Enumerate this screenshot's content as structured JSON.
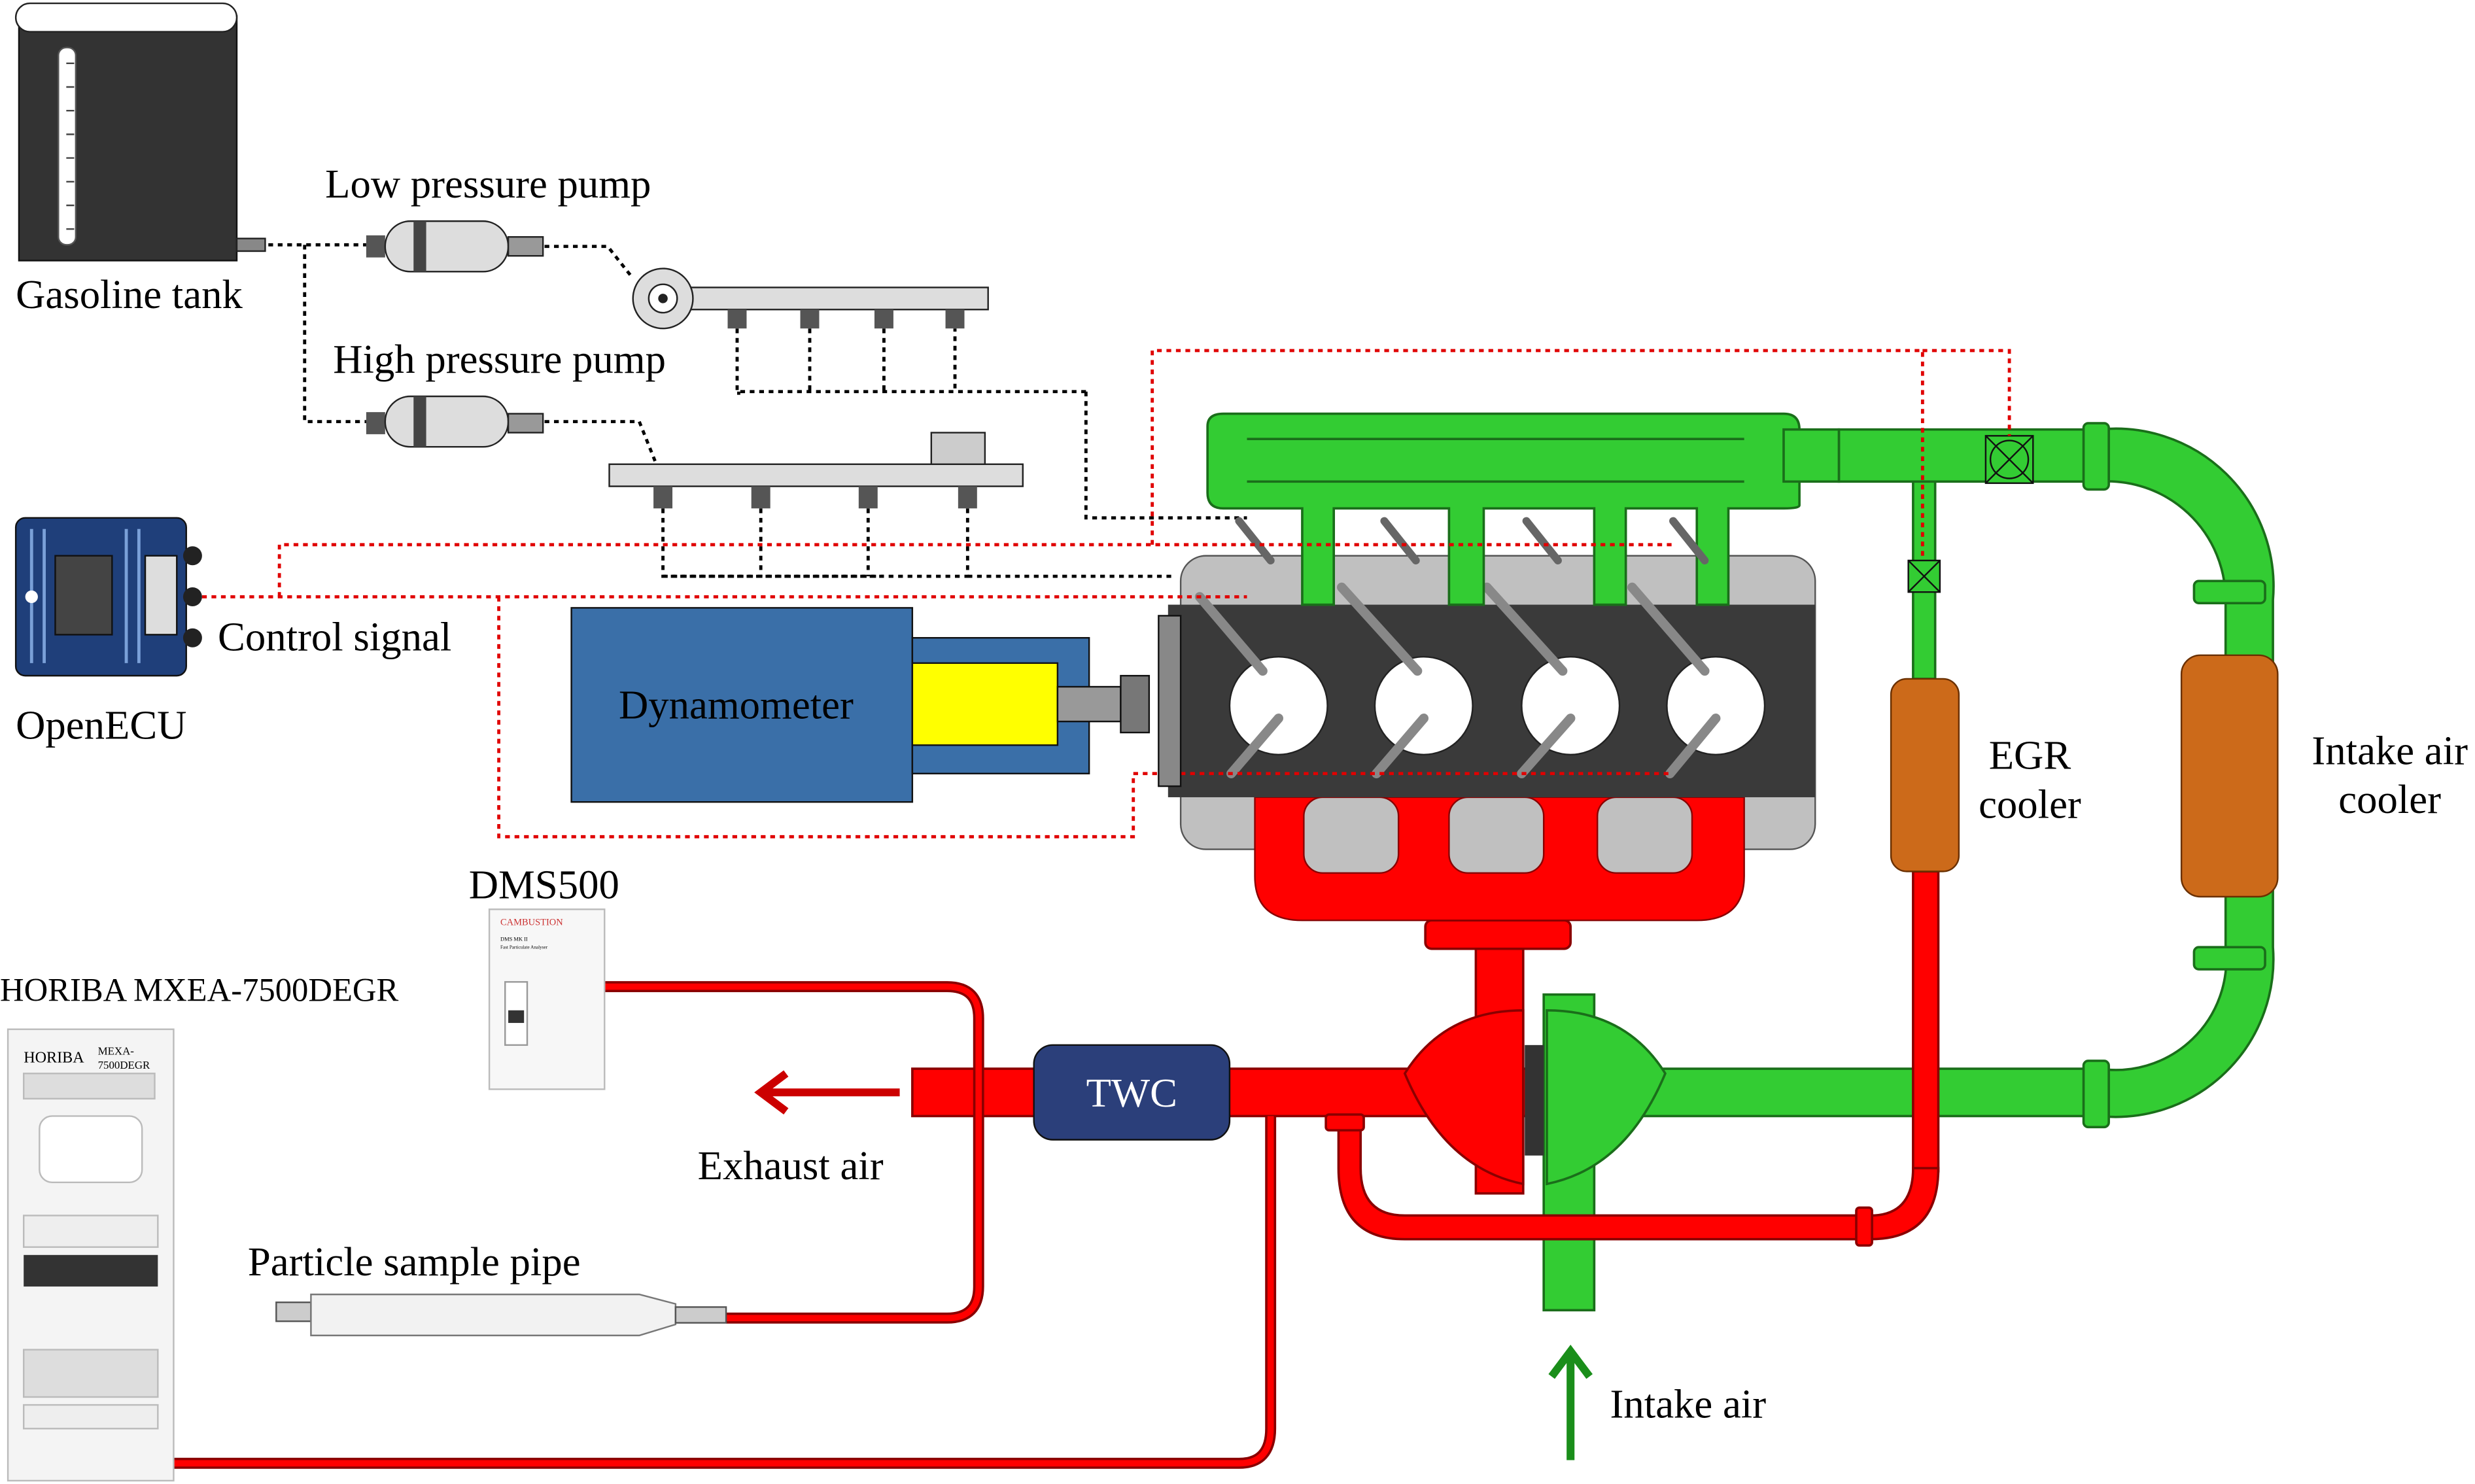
{
  "labels": {
    "gasoline_tank": "Gasoline tank",
    "low_pressure_pump": "Low pressure pump",
    "high_pressure_pump": "High pressure pump",
    "control_signal": "Control signal",
    "openecu": "OpenECU",
    "dynamometer": "Dynamometer",
    "egr_cooler_1": "EGR",
    "egr_cooler_2": "cooler",
    "intake_air_cooler_1": "Intake air",
    "intake_air_cooler_2": "cooler",
    "dms500": "DMS500",
    "horiba": "HORIBA MXEA-7500DEGR",
    "twc": "TWC",
    "exhaust_air": "Exhaust air",
    "particle_sample_pipe": "Particle sample pipe",
    "intake_air": "Intake air"
  },
  "device_text": {
    "cambustion": "CAMBUSTION",
    "dms_model": "DMS MK II",
    "dms_sub": "Fast Particulate Analyser",
    "horiba_brand": "HORIBA",
    "horiba_model_1": "MEXA-",
    "horiba_model_2": "7500DEGR"
  },
  "colors": {
    "intake": "#33cc33",
    "exhaust": "#ff0000",
    "cooler": "#cc6a1a",
    "engine_block": "#3a3a3a",
    "engine_case": "#c0c0c0",
    "dynamometer": "#3a6fa8",
    "dyno_shaft": "#ffff00",
    "twc": "#2b3f7a",
    "control_signal": "#e00000",
    "fuel_line": "#000000"
  }
}
